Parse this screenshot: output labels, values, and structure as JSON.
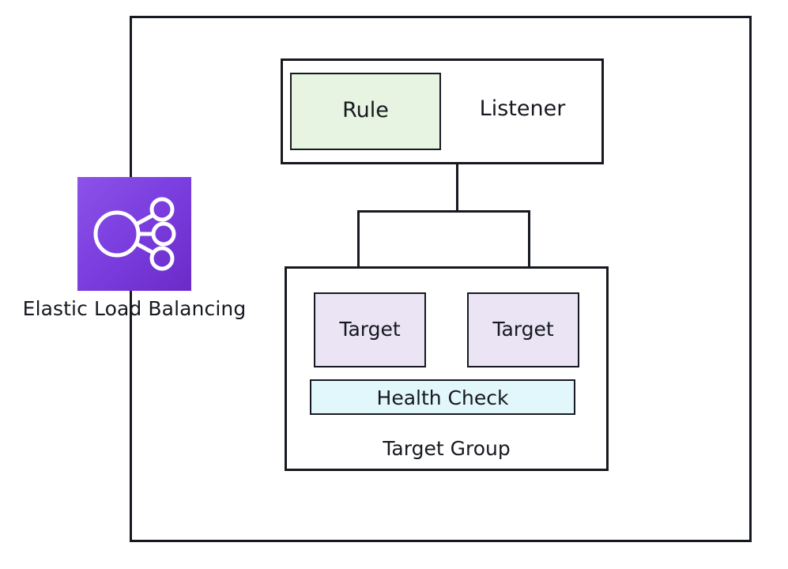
{
  "diagram": {
    "title": "Elastic Load Balancing",
    "service": {
      "icon_name": "elastic-load-balancing-icon",
      "label": "Elastic Load Balancing",
      "gradient_from": "#8C52E8",
      "gradient_to": "#6B2AC8",
      "glyph_color": "#FFFFFF"
    },
    "boundary": {
      "name": "load-balancer-boundary",
      "border_color": "#16191F"
    },
    "nodes": [
      {
        "id": "listener",
        "label": "Listener",
        "fill": "#FFFFFF",
        "border": "#16191F"
      },
      {
        "id": "rule",
        "label": "Rule",
        "fill": "#E8F4E2",
        "border": "#16191F"
      },
      {
        "id": "target-group",
        "label": "Target Group",
        "fill": "#FFFFFF",
        "border": "#16191F"
      },
      {
        "id": "target-left",
        "label": "Target",
        "fill": "#EAE4F5",
        "border": "#16191F"
      },
      {
        "id": "target-right",
        "label": "Target",
        "fill": "#EAE4F5",
        "border": "#16191F"
      },
      {
        "id": "health-check",
        "label": "Health Check",
        "fill": "#E2F7FC",
        "border": "#16191F"
      }
    ],
    "connectors": [
      {
        "from": "listener",
        "to": "target-left",
        "arrow": true
      },
      {
        "from": "listener",
        "to": "target-right",
        "arrow": true
      }
    ],
    "labels": {
      "listener": "Listener",
      "rule": "Rule",
      "target_group": "Target Group",
      "target_left": "Target",
      "target_right": "Target",
      "health_check": "Health Check",
      "service": "Elastic Load Balancing"
    }
  }
}
